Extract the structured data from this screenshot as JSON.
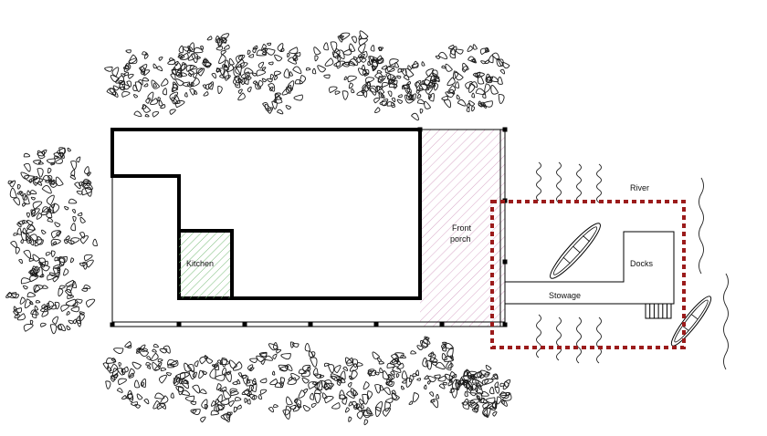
{
  "labels": {
    "kitchen": "Kitchen",
    "front_porch_line1": "Front",
    "front_porch_line2": "porch",
    "river": "River",
    "docks": "Docks",
    "stowage": "Stowage"
  },
  "colors": {
    "outline": "#000000",
    "kitchen_hatch": "#7fbf7f",
    "porch_hatch": "#d8a8c8",
    "highlight_box": "#9b1b1b",
    "tree_stroke": "#1a1a1a"
  },
  "icons": {
    "tree": "tree-canopy-icon",
    "boat": "rowboat-icon",
    "stairs": "stairs-icon"
  }
}
